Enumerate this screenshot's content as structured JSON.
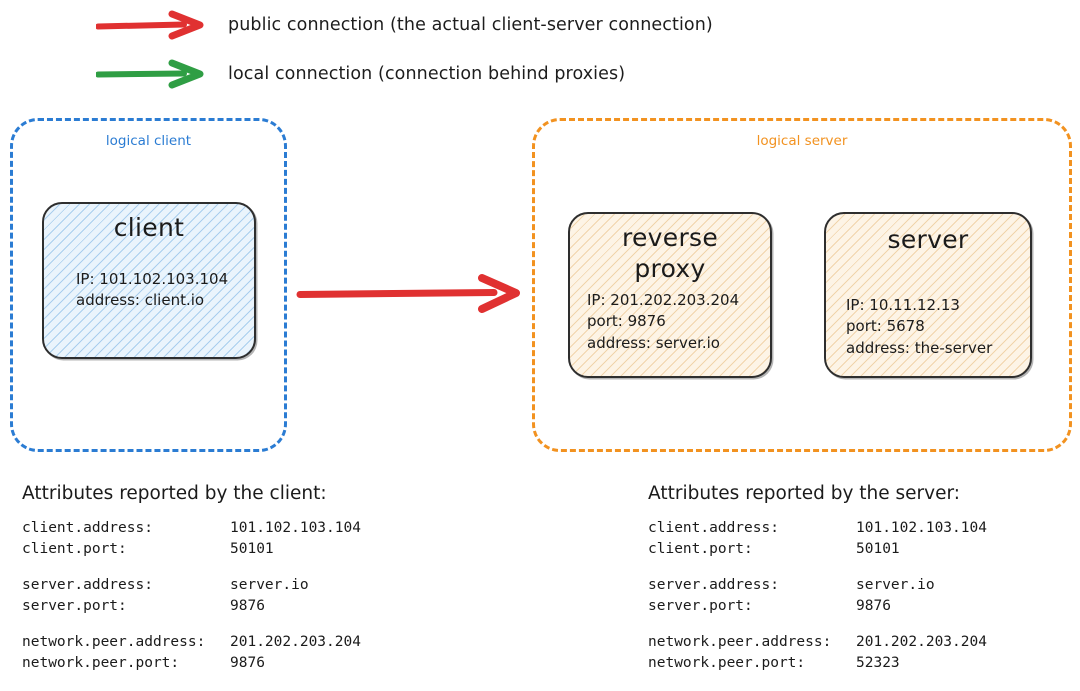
{
  "legend": [
    {
      "icon": "red-arrow-icon",
      "color": "#e03131",
      "label": "public connection (the actual client-server connection)"
    },
    {
      "icon": "green-arrow-icon",
      "color": "#2f9e44",
      "label": "local connection (connection behind proxies)"
    }
  ],
  "diagram": {
    "logical_client": {
      "title": "logical client",
      "color": "#2b7cd3",
      "node": {
        "name": "client",
        "fill": "#eaf4fc",
        "details": [
          "IP: 101.102.103.104",
          "address: client.io"
        ]
      }
    },
    "logical_server": {
      "title": "logical server",
      "color": "#f29220",
      "nodes": [
        {
          "name": "reverse\nproxy",
          "fill": "#fdf4e6",
          "details": [
            "IP: 201.202.203.204",
            "port: 9876",
            "address: server.io"
          ]
        },
        {
          "name": "server",
          "fill": "#fdf4e6",
          "details": [
            "IP: 10.11.12.13",
            "port: 5678",
            "address: the-server"
          ]
        }
      ]
    },
    "main_connection": {
      "icon": "red-arrow-icon",
      "color": "#e03131",
      "from": "client",
      "to": "reverse proxy"
    }
  },
  "attributes_client": {
    "heading": "Attributes reported by the client:",
    "groups": [
      [
        {
          "key": "client.address:",
          "value": "101.102.103.104"
        },
        {
          "key": "client.port:",
          "value": "50101"
        }
      ],
      [
        {
          "key": "server.address:",
          "value": "server.io"
        },
        {
          "key": "server.port:",
          "value": "9876"
        }
      ],
      [
        {
          "key": "network.peer.address:",
          "value": "201.202.203.204"
        },
        {
          "key": "network.peer.port:",
          "value": "9876"
        }
      ]
    ]
  },
  "attributes_server": {
    "heading": "Attributes reported by the server:",
    "groups": [
      [
        {
          "key": "client.address:",
          "value": "101.102.103.104"
        },
        {
          "key": "client.port:",
          "value": "50101"
        }
      ],
      [
        {
          "key": "server.address:",
          "value": "server.io"
        },
        {
          "key": "server.port:",
          "value": "9876"
        }
      ],
      [
        {
          "key": "network.peer.address:",
          "value": "201.202.203.204"
        },
        {
          "key": "network.peer.port:",
          "value": "52323"
        }
      ]
    ]
  }
}
